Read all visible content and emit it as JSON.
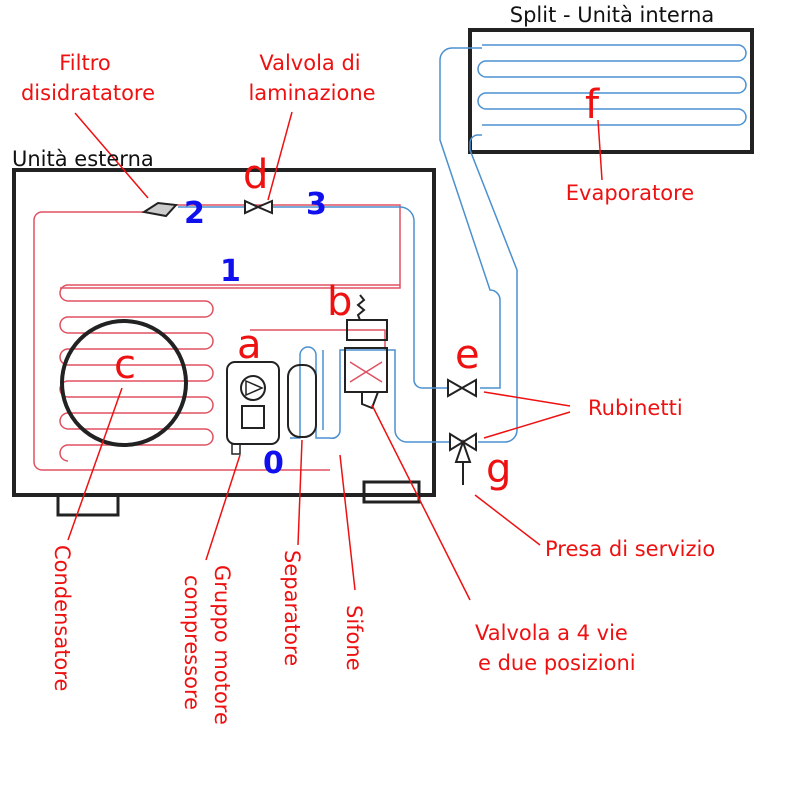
{
  "titles": {
    "indoor_unit": "Split - Unità interna",
    "outdoor_unit": "Unità esterna"
  },
  "labels": {
    "filter_line1": "Filtro",
    "filter_line2": "disidratatore",
    "valve_line1": "Valvola di",
    "valve_line2": "laminazione",
    "evaporator": "Evaporatore",
    "taps": "Rubinetti",
    "service_port": "Presa di servizio",
    "four_way_line1": "Valvola a 4 vie",
    "four_way_line2": "e due posizioni",
    "condenser": "Condensatore",
    "compressor_line1": "Gruppo motore",
    "compressor_line2": "compressore",
    "separator": "Separatore",
    "siphon": "Sifone"
  },
  "letters": {
    "a": "a",
    "b": "b",
    "c": "c",
    "d": "d",
    "e": "e",
    "f": "f",
    "g": "g"
  },
  "numbers": {
    "n0": "0",
    "n1": "1",
    "n2": "2",
    "n3": "3"
  },
  "colors": {
    "hot_line": "#e05060",
    "cold_line": "#4a90d0",
    "label_red": "#ee1111",
    "number_blue": "#1010ee",
    "outline": "#222222"
  }
}
